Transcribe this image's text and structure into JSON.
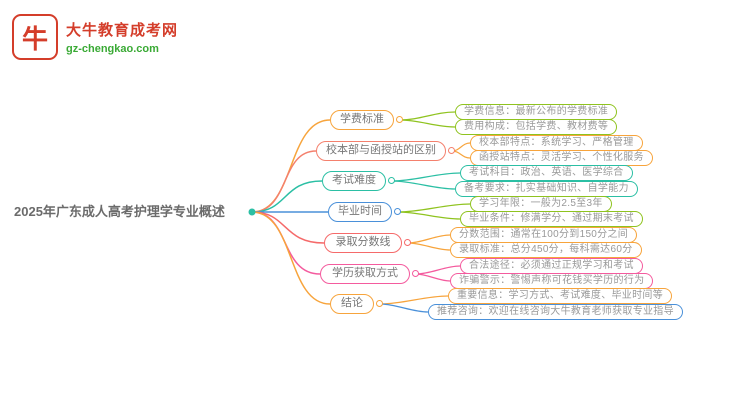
{
  "logo": {
    "icon": "bull-icon",
    "icon_glyph": "牛",
    "title": "大牛教育成考网",
    "subtitle": "gz-chengkao.com",
    "icon_color": "#d43d2a",
    "title_color": "#d43d2a",
    "subtitle_color": "#3aaa35"
  },
  "central": {
    "text": "2025年广东成人高考护理学专业概述",
    "dot_color": "#2bbfa4"
  },
  "branches": [
    {
      "label": "学费标准",
      "color": "#f7a43c",
      "leaves": [
        {
          "text": "学费信息：最新公布的学费标准",
          "color": "#8fc31f"
        },
        {
          "text": "费用构成：包括学费、教材费等",
          "color": "#8fc31f"
        }
      ]
    },
    {
      "label": "校本部与函授站的区别",
      "color": "#f4806d",
      "leaves": [
        {
          "text": "校本部特点：系统学习、严格管理",
          "color": "#f7a43c"
        },
        {
          "text": "函授站特点：灵活学习、个性化服务",
          "color": "#f7a43c"
        }
      ]
    },
    {
      "label": "考试难度",
      "color": "#2bbfa4",
      "leaves": [
        {
          "text": "考试科目：政治、英语、医学综合",
          "color": "#2bbfa4"
        },
        {
          "text": "备考要求：扎实基础知识、自学能力",
          "color": "#2bbfa4"
        }
      ]
    },
    {
      "label": "毕业时间",
      "color": "#4a90d9",
      "leaves": [
        {
          "text": "学习年限：一般为2.5至3年",
          "color": "#8fc31f"
        },
        {
          "text": "毕业条件：修满学分、通过期末考试",
          "color": "#8fc31f"
        }
      ]
    },
    {
      "label": "录取分数线",
      "color": "#f56a6a",
      "leaves": [
        {
          "text": "分数范围：通常在100分到150分之间",
          "color": "#f7a43c"
        },
        {
          "text": "录取标准：总分450分，每科需达60分",
          "color": "#f7a43c"
        }
      ]
    },
    {
      "label": "学历获取方式",
      "color": "#f45b9e",
      "leaves": [
        {
          "text": "合法途径：必须通过正规学习和考试",
          "color": "#f45b9e"
        },
        {
          "text": "诈骗警示：警惕声称可花钱买学历的行为",
          "color": "#f45b9e"
        }
      ]
    },
    {
      "label": "结论",
      "color": "#f7a43c",
      "leaves": [
        {
          "text": "重要信息：学习方式、考试难度、毕业时间等",
          "color": "#f7a43c"
        },
        {
          "text": "推荐咨询：欢迎在线咨询大牛教育老师获取专业指导",
          "color": "#4a90d9"
        }
      ]
    }
  ]
}
